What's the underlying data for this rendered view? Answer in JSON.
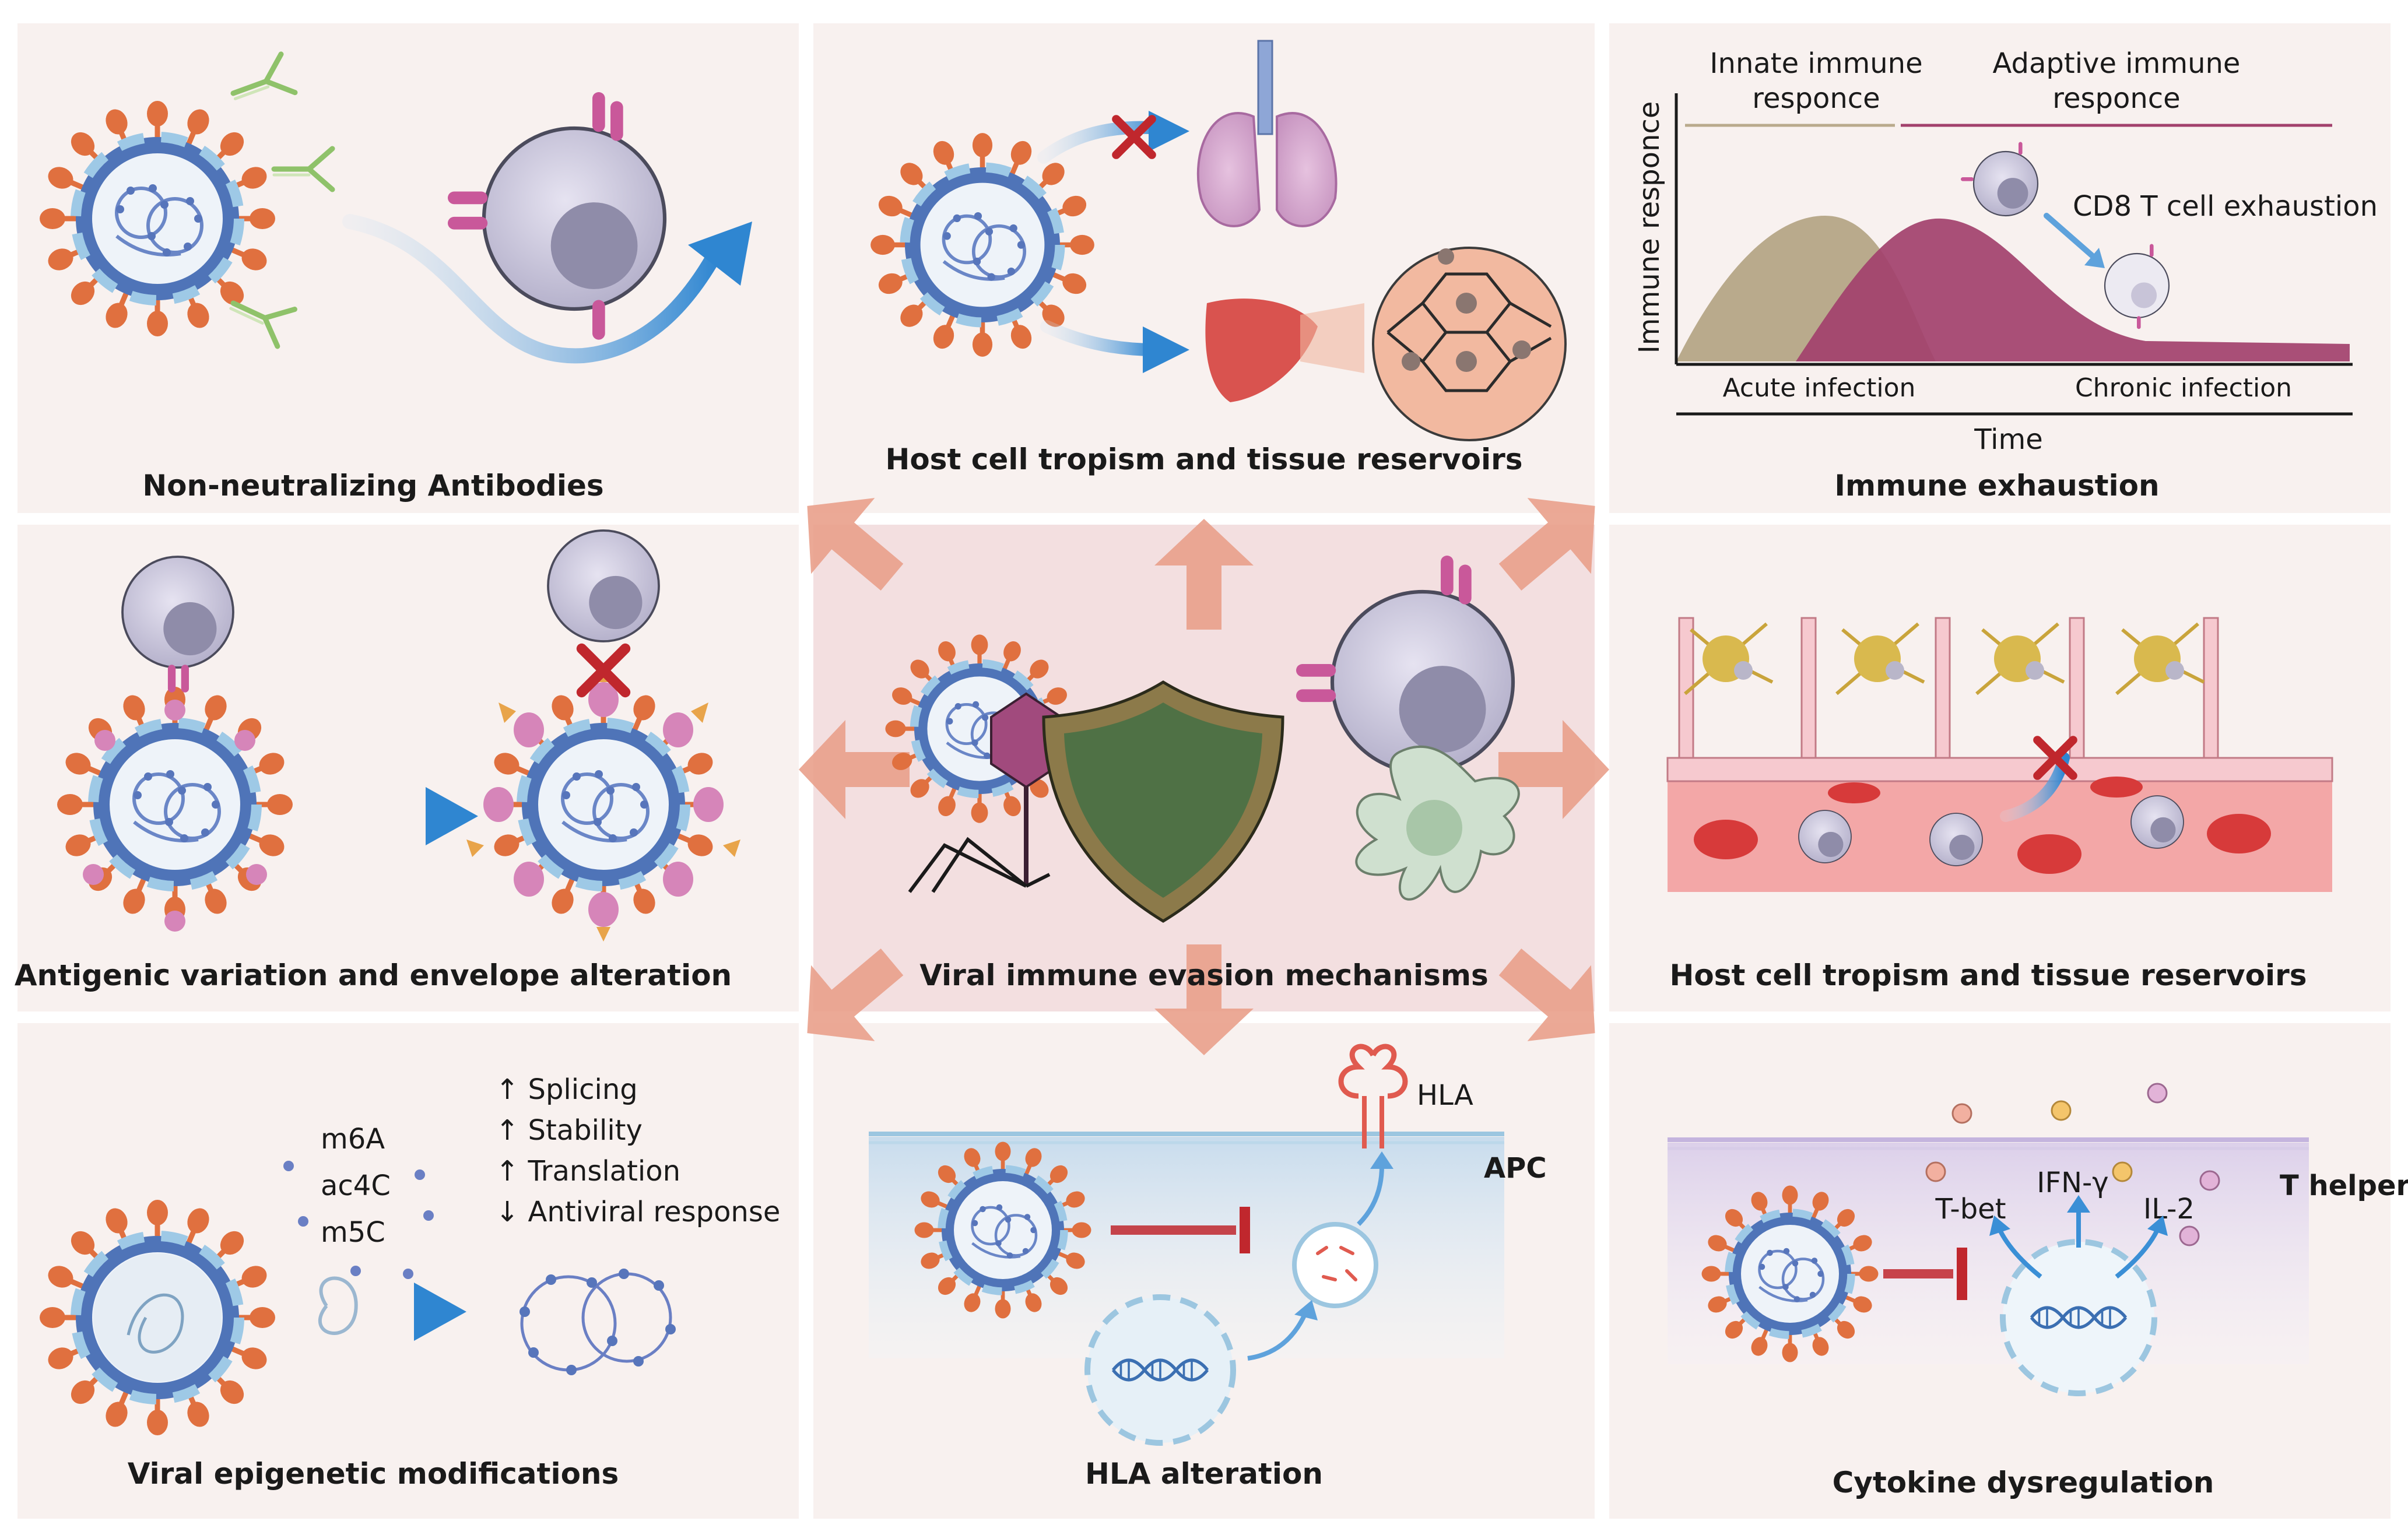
{
  "panels": {
    "p1_title": "Non-neutralizing Antibodies",
    "p2_title": "Host cell tropism and tissue reservoirs",
    "p3_title": "Immune exhaustion",
    "p4_title": "Antigenic variation and envelope alteration",
    "p5_title": "Viral immune evasion mechanisms",
    "p6_title": "Host cell tropism and tissue reservoirs",
    "p7_title": "Viral epigenetic modifications",
    "p8_title": "HLA alteration",
    "p9_title": "Cytokine dysregulation"
  },
  "exhaustion": {
    "innate_line1": "Innate immune",
    "innate_line2": "responce",
    "adaptive_line1": "Adaptive immune",
    "adaptive_line2": "responce",
    "y_axis": "Immune responce",
    "x_axis": "Time",
    "acute": "Acute infection",
    "chronic": "Chronic infection",
    "cd8": "CD8 T cell exhaustion"
  },
  "epigenetic": {
    "marks": [
      "m6A",
      "ac4C",
      "m5C"
    ],
    "effects": [
      "↑ Splicing",
      "↑ Stability",
      "↑ Translation",
      "↓ Antiviral response"
    ]
  },
  "hla": {
    "label": "HLA",
    "cell": "APC"
  },
  "cytokine": {
    "cell": "T helper",
    "tbet": "T-bet",
    "ifng": "IFN-γ",
    "il2": "IL-2"
  },
  "colors": {
    "panel_bg": "#f8f1ef",
    "center_bg": "#f3dfe0",
    "arrow": "#e9a08b",
    "blue_arrow": "#3a8fd6",
    "virus_spike": "#e0703f",
    "innate": "#b9aa8c",
    "adaptive": "#a2416c",
    "x_mark": "#c0272d"
  }
}
